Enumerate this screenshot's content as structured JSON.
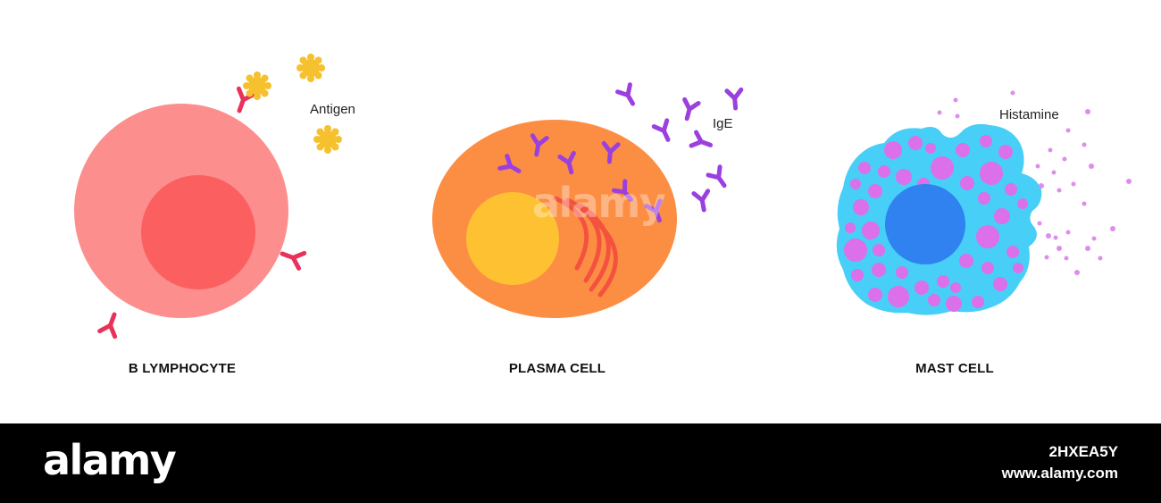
{
  "cells": {
    "b_lymphocyte": {
      "name": "B LYMPHOCYTE",
      "callout": "Antigen"
    },
    "plasma_cell": {
      "name": "PLASMA CELL",
      "callout": "IgE"
    },
    "mast_cell": {
      "name": "MAST CELL",
      "callout": "Histamine"
    }
  },
  "watermark": "alamy",
  "footer": {
    "brand": "alamy",
    "image_id": "2HXEA5Y",
    "site": "www.alamy.com"
  },
  "colors": {
    "b_cell_body": "#fc8e8e",
    "b_cell_nucleus": "#fc5f5f",
    "b_cell_receptor": "#e8325a",
    "antigen": "#f6c12e",
    "plasma_body": "#fc8e44",
    "plasma_nucleus": "#fdc132",
    "golgi": "#f4523f",
    "ige": "#9b3fde",
    "mast_body": "#47cff7",
    "mast_nucleus": "#2f82ef",
    "granule": "#dc6fea",
    "histamine": "#de8ced",
    "footer_bg": "#000000"
  }
}
